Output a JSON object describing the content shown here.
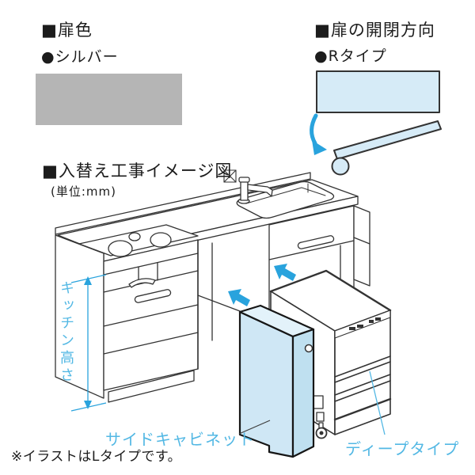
{
  "sections": {
    "door_color": {
      "heading": "■扉色",
      "option": "●シルバー"
    },
    "door_direction": {
      "heading": "■扉の開閉方向",
      "option": "●Rタイプ"
    },
    "replacement_diagram": {
      "heading": "■入替え工事イメージ図",
      "unit_note": "(単位:mm)",
      "labels": {
        "kitchen_height": "キッチン高さ",
        "side_cabinet": "サイドキャビネット",
        "deep_type": "ディープタイプ"
      }
    },
    "footnote": "※イラストはLタイプです。"
  },
  "icons": {
    "door_open_arrow": "curved-down-arrow",
    "insert_arrow": "up-left-solid-arrow",
    "height_dimension": "vertical-double-arrow"
  },
  "colors": {
    "swatch_gray": "#b5b5b5",
    "accent_blue": "#29a3dd",
    "label_blue": "#53b8e4",
    "panel_blue": "#d6ebf7",
    "cabinet_blue": "#cfe7f5",
    "cabinet_blue_top": "#e3f2fa",
    "cabinet_blue_edge": "#bfe0f0",
    "line_color": "#333333"
  }
}
